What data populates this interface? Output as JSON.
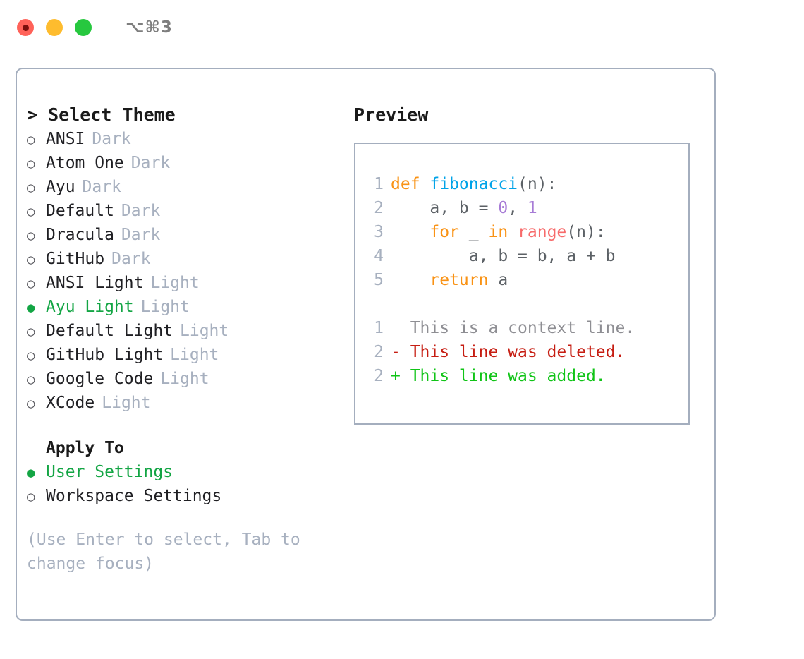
{
  "titlebar": {
    "shortcut": "⌥⌘3",
    "lights": [
      "close-red",
      "minimize-yellow",
      "maximize-green"
    ]
  },
  "theme_panel": {
    "heading": "> Select Theme",
    "bullet_selected": "●",
    "bullet_unselected": "○",
    "themes": [
      {
        "name": "ANSI",
        "tag": "Dark",
        "selected": false
      },
      {
        "name": "Atom One",
        "tag": "Dark",
        "selected": false
      },
      {
        "name": "Ayu",
        "tag": "Dark",
        "selected": false
      },
      {
        "name": "Default",
        "tag": "Dark",
        "selected": false
      },
      {
        "name": "Dracula",
        "tag": "Dark",
        "selected": false
      },
      {
        "name": "GitHub",
        "tag": "Dark",
        "selected": false
      },
      {
        "name": "ANSI Light",
        "tag": "Light",
        "selected": false
      },
      {
        "name": "Ayu Light",
        "tag": "Light",
        "selected": true
      },
      {
        "name": "Default Light",
        "tag": "Light",
        "selected": false
      },
      {
        "name": "GitHub Light",
        "tag": "Light",
        "selected": false
      },
      {
        "name": "Google Code",
        "tag": "Light",
        "selected": false
      },
      {
        "name": "XCode",
        "tag": "Light",
        "selected": false
      }
    ],
    "apply_to_heading": "Apply To",
    "apply_to": [
      {
        "name": "User Settings",
        "selected": true
      },
      {
        "name": "Workspace Settings",
        "selected": false
      }
    ],
    "hint": "(Use Enter to select, Tab to change focus)"
  },
  "preview": {
    "title": "Preview",
    "code_lines": [
      {
        "num": "1",
        "tokens": [
          {
            "t": "def ",
            "c": "kw"
          },
          {
            "t": "fibonacci",
            "c": "fn"
          },
          {
            "t": "(n):",
            "c": "plain"
          }
        ]
      },
      {
        "num": "2",
        "tokens": [
          {
            "t": "    a, b = ",
            "c": "plain"
          },
          {
            "t": "0",
            "c": "num"
          },
          {
            "t": ", ",
            "c": "plain"
          },
          {
            "t": "1",
            "c": "num"
          }
        ]
      },
      {
        "num": "3",
        "tokens": [
          {
            "t": "    ",
            "c": "plain"
          },
          {
            "t": "for",
            "c": "kw"
          },
          {
            "t": " _ ",
            "c": "plain"
          },
          {
            "t": "in",
            "c": "kw"
          },
          {
            "t": " ",
            "c": "plain"
          },
          {
            "t": "range",
            "c": "bi"
          },
          {
            "t": "(n):",
            "c": "plain"
          }
        ]
      },
      {
        "num": "4",
        "tokens": [
          {
            "t": "        a, b = b, a + b",
            "c": "plain"
          }
        ]
      },
      {
        "num": "5",
        "tokens": [
          {
            "t": "    ",
            "c": "plain"
          },
          {
            "t": "return",
            "c": "kw"
          },
          {
            "t": " a",
            "c": "plain"
          }
        ]
      }
    ],
    "diff_lines": [
      {
        "num": "1",
        "marker": " ",
        "text": " This is a context line.",
        "kind": "ctx"
      },
      {
        "num": "2",
        "marker": "-",
        "text": " This line was deleted.",
        "kind": "del"
      },
      {
        "num": "2",
        "marker": "+",
        "text": " This line was added.",
        "kind": "add"
      }
    ]
  },
  "colors": {
    "accent_green": "#13A544",
    "border": "#A4AEBE",
    "muted": "#A7B0BF",
    "keyword": "#F99214",
    "function": "#00A3E8",
    "number": "#A77BD6",
    "builtin": "#F76B6B",
    "plain": "#5C6166",
    "diff_context": "#8E8E93",
    "diff_deleted": "#C61D12",
    "diff_added": "#10C417"
  }
}
